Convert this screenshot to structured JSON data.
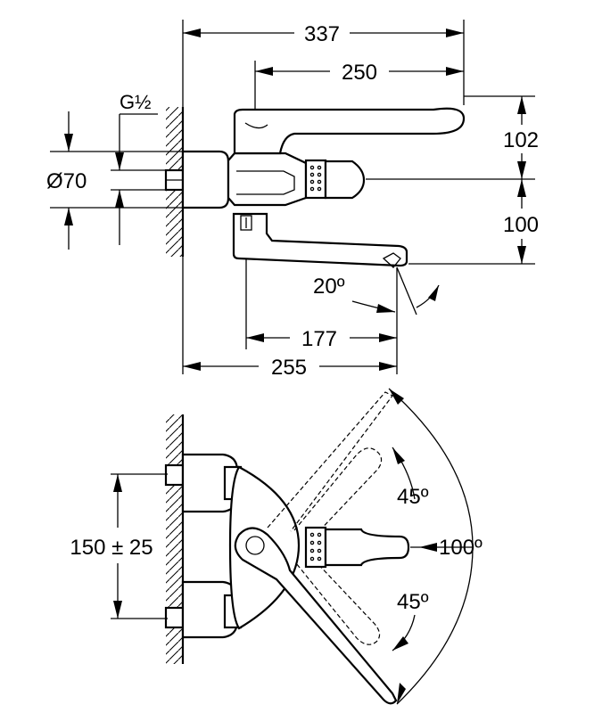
{
  "diagram": {
    "top_view": {
      "dim_overall_width": "337",
      "dim_lever_reach": "250",
      "dim_connection": "G½",
      "dim_diameter": "Ø70",
      "dim_lever_height": "102",
      "dim_spout_height": "100",
      "dim_spout_angle": "20º",
      "dim_spout_reach": "177",
      "dim_spout_projection": "255"
    },
    "bottom_view": {
      "dim_centers": "150 ± 25",
      "dim_upper_angle": "45º",
      "dim_lower_angle": "45º",
      "dim_total_angle": "100º"
    }
  }
}
